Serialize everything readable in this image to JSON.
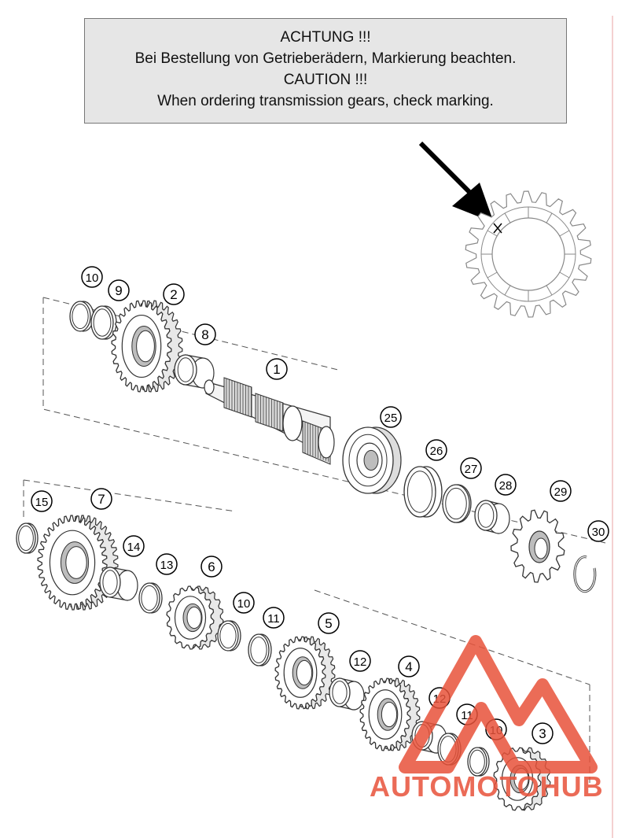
{
  "notice": {
    "line1": "ACHTUNG !!!",
    "line2": "Bei Bestellung von Getrieberädern, Markierung beachten.",
    "line3": "CAUTION !!!",
    "line4": "When ordering transmission gears, check marking."
  },
  "callouts": [
    "10",
    "9",
    "2",
    "8",
    "1",
    "25",
    "26",
    "27",
    "28",
    "29",
    "30",
    "15",
    "7",
    "14",
    "13",
    "6",
    "10",
    "11",
    "5",
    "12",
    "4",
    "12",
    "11",
    "10",
    "3"
  ],
  "watermark": {
    "text": "AUTOMOTOHUB",
    "color": "#e8523a",
    "accent": "#f2b134"
  },
  "colors": {
    "line": "#333333",
    "gear_fill": "#ffffff",
    "shade": "#bdbdbd"
  }
}
